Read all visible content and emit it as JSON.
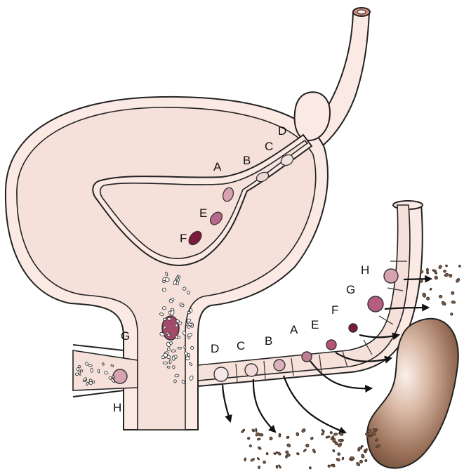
{
  "labels": {
    "upper": [
      "A",
      "B",
      "C",
      "D",
      "E",
      "F"
    ],
    "lower": [
      "D",
      "C",
      "B",
      "A",
      "E",
      "F",
      "G",
      "H"
    ],
    "side": [
      "G",
      "H"
    ]
  },
  "colors": {
    "tissue": "#fbe9e4",
    "tissue_dark": "#f2d6cf",
    "cell_light": "#f0d9d9",
    "cell_mid": "#d8a2b0",
    "cell_dark": "#a4496a",
    "cell_darkest": "#7d1a3c",
    "organ": "#8a6144",
    "particle": "#7a5c48"
  }
}
